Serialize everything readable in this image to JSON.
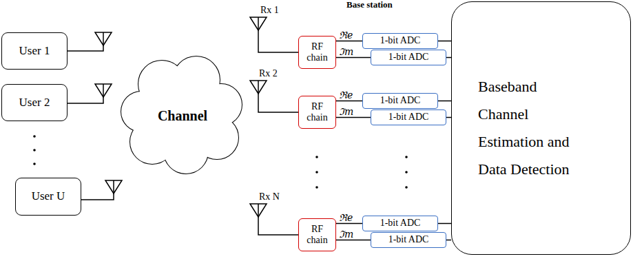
{
  "diagram": {
    "nodes": [
      {
        "text": [
          "User 1"
        ]
      },
      {
        "text": [
          "User 2"
        ]
      },
      {
        "text": [
          "User U"
        ]
      },
      {
        "text": [
          "Channel"
        ]
      },
      {
        "text": [
          "RF chain"
        ]
      },
      {
        "text": [
          "1-bit ADC"
        ]
      },
      {
        "text": [
          "1-bit ADC"
        ]
      },
      {
        "text": [
          "RF chain"
        ]
      },
      {
        "text": [
          "1-bit ADC"
        ]
      },
      {
        "text": [
          "1-bit ADC"
        ]
      },
      {
        "text": [
          "RF chain"
        ]
      },
      {
        "text": [
          "1-bit ADC"
        ]
      },
      {
        "text": [
          "1-bit ADC"
        ]
      },
      {
        "text": [
          "Baseband Channel Estimation and Data Detection"
        ]
      }
    ],
    "edges": [
      {
        "from": 4,
        "to": 5,
        "arrow": "none",
        "label": "ℜe"
      },
      {
        "from": 4,
        "to": 6,
        "arrow": "none",
        "label": "ℑm"
      },
      {
        "from": 5,
        "to": 13,
        "arrow": "none"
      },
      {
        "from": 6,
        "to": 13,
        "arrow": "none"
      },
      {
        "from": 7,
        "to": 8,
        "arrow": "none",
        "label": "ℜe"
      },
      {
        "from": 7,
        "to": 9,
        "arrow": "none",
        "label": "ℑm"
      },
      {
        "from": 8,
        "to": 13,
        "arrow": "none"
      },
      {
        "from": 9,
        "to": 13,
        "arrow": "none"
      },
      {
        "from": 10,
        "to": 11,
        "arrow": "none",
        "label": "ℜe"
      },
      {
        "from": 10,
        "to": 12,
        "arrow": "none",
        "label": "ℑm"
      },
      {
        "from": 11,
        "to": 13,
        "arrow": "none"
      },
      {
        "from": 12,
        "to": 13,
        "arrow": "none"
      }
    ],
    "labels": [
      "Base station",
      "Rx 1",
      "Rx 2",
      "Rx N"
    ]
  }
}
